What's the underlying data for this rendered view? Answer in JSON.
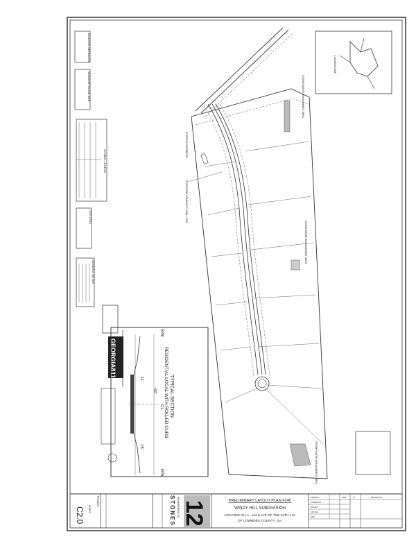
{
  "title_block": {
    "heading": "PRELIMINARY LAYOUT PLAN FOR:",
    "subdivision": "WINDY HILL SUBDIVISION",
    "location_line1": "LOCATED IN L.L. 144 & 179 OF THE 12TH L.D.",
    "location_line2": "OF LOWNDES COUNTY, GA.",
    "firm_number": "12",
    "firm_name": "STONES",
    "firm_sub": "ENGINEERING CO",
    "sheet_label": "SHEET",
    "sheet_number": "C2.0",
    "project_label": "PROJECT",
    "revision_headers": [
      "DATE",
      "BY",
      "DESCRIPTION"
    ],
    "info_rows": [
      "DRAWN BY",
      "CHECKED BY",
      "PROJECT",
      "CAD FILE",
      "DATE"
    ]
  },
  "typical_section": {
    "title": "TYPICAL SECTION",
    "subtitle": "RESIDENTIAL LOCAL WITH ROLLED CURB",
    "row_label_left": "R/W",
    "row_label_right": "R/W",
    "centerline": "CL",
    "width_total": "60'",
    "width_lane": "11'",
    "width_shoulder": "15'"
  },
  "plan_labels": {
    "storm_water_1": "STORM WATER MANAGEMENT AREA",
    "storm_water_2": "STORM WATER MANAGEMENT AREA",
    "storm_water_3": "STORM WATER MANAGEMENT AREA",
    "existing_residence": "EXISTING RESIDENCE",
    "well_site": "PROPOSED COMMUNITY WELL SITE",
    "location_map": "LOCATION MAP"
  },
  "notes": {
    "building_setbacks": "BUILDING SETBACKS",
    "minimum_house": "MINIMUM HOUSE SIZE",
    "symbol_legend": "SYMBOL LEGEND",
    "site_data": "SITE DATA",
    "general_notes": "GENERAL NOTES"
  },
  "georgia811": {
    "logo_text": "GEORGIA811"
  }
}
